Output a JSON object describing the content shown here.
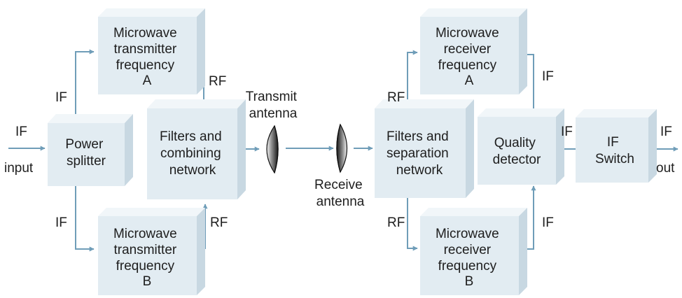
{
  "colors": {
    "box_front": "#e2ecf2",
    "box_top": "#f1f6f9",
    "box_side": "#c8d8e2",
    "arrow": "#6f9db8",
    "text": "#1e1e1e"
  },
  "blocks": {
    "power_splitter": [
      "Power",
      "splitter"
    ],
    "tx_a": [
      "Microwave",
      "transmitter",
      "frequency",
      "A"
    ],
    "tx_b": [
      "Microwave",
      "transmitter",
      "frequency",
      "B"
    ],
    "combining": [
      "Filters and",
      "combining",
      "network"
    ],
    "separation": [
      "Filters and",
      "separation",
      "network"
    ],
    "rx_a": [
      "Microwave",
      "receiver",
      "frequency",
      "A"
    ],
    "rx_b": [
      "Microwave",
      "receiver",
      "frequency",
      "B"
    ],
    "quality": [
      "Quality",
      "detector"
    ],
    "if_switch": [
      "IF",
      "Switch"
    ]
  },
  "labels": {
    "if_in_top": "IF",
    "if_in_bottom": "input",
    "if_to_tx_a": "IF",
    "if_to_tx_b": "IF",
    "rf_from_tx_a": "RF",
    "rf_from_tx_b": "RF",
    "transmit_antenna": [
      "Transmit",
      "antenna"
    ],
    "receive_antenna": [
      "Receive",
      "antenna"
    ],
    "rf_to_rx_a": "RF",
    "rf_to_rx_b": "RF",
    "if_from_rx_a": "IF",
    "if_from_rx_b": "IF",
    "if_to_switch": "IF",
    "if_out_top": "IF",
    "if_out_bottom": "out"
  }
}
